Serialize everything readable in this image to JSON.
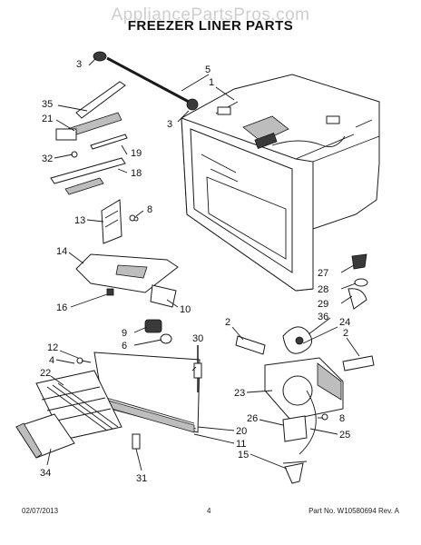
{
  "watermark": "AppliancePartsPros.com",
  "title": "FREEZER LINER PARTS",
  "footer": {
    "date": "02/07/2013",
    "page": "4",
    "part_no": "Part No.  W10580694  Rev. A"
  },
  "callouts": {
    "c1": "1",
    "c2a": "2",
    "c2b": "2",
    "c3a": "3",
    "c3b": "3",
    "c4": "4",
    "c5": "5",
    "c6": "6",
    "c8a": "8",
    "c8b": "8",
    "c9": "9",
    "c10": "10",
    "c11": "11",
    "c12": "12",
    "c13": "13",
    "c14": "14",
    "c15": "15",
    "c16": "16",
    "c18": "18",
    "c19": "19",
    "c20": "20",
    "c21": "21",
    "c22": "22",
    "c23": "23",
    "c24": "24",
    "c25": "25",
    "c26": "26",
    "c27": "27",
    "c28": "28",
    "c29": "29",
    "c30": "30",
    "c31": "31",
    "c32": "32",
    "c34": "34",
    "c35": "35",
    "c36": "36"
  }
}
